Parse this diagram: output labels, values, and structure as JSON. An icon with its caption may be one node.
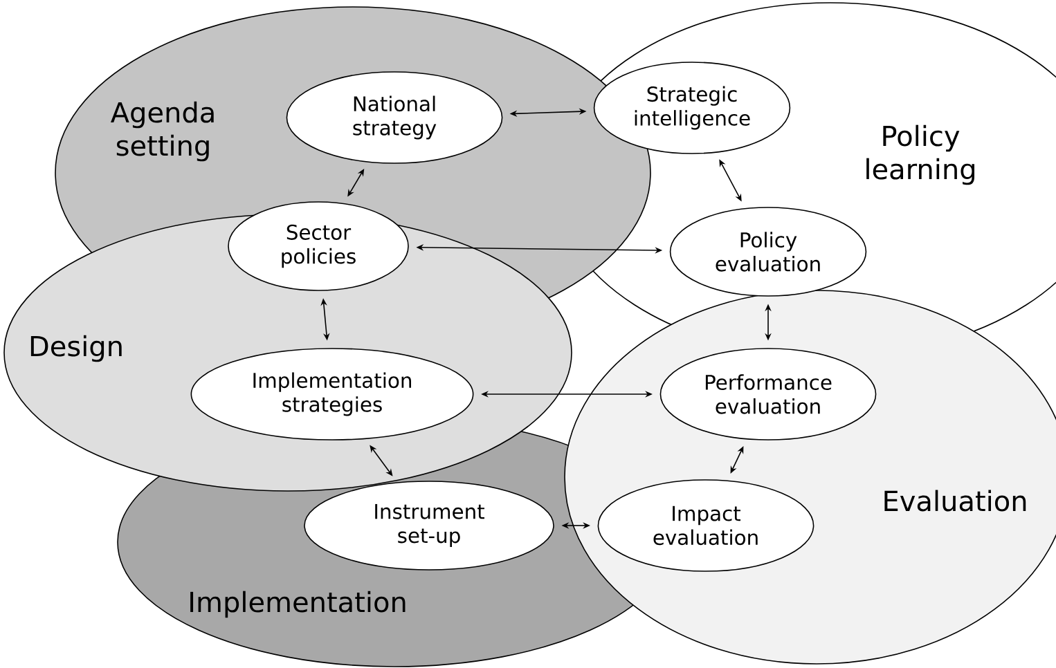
{
  "diagram": {
    "nodes": [
      {
        "text": [
          "Agenda setting"
        ]
      },
      {
        "text": [
          "National strategy"
        ],
        "in": 0
      },
      {
        "text": [
          "Policy learning"
        ]
      },
      {
        "text": [
          "Strategic intelligence"
        ],
        "in": 2
      },
      {
        "text": [
          "Design"
        ]
      },
      {
        "text": [
          "Sector policies"
        ],
        "in": 0
      },
      {
        "text": [
          "Policy evaluation"
        ],
        "in": 2
      },
      {
        "text": [
          "Evaluation"
        ]
      },
      {
        "text": [
          "Implementation strategies"
        ],
        "in": 4
      },
      {
        "text": [
          "Performance evaluation"
        ],
        "in": 7
      },
      {
        "text": [
          "Implementation"
        ]
      },
      {
        "text": [
          "Instrument set-up"
        ],
        "in": 10
      },
      {
        "text": [
          "Impact evaluation"
        ],
        "in": 7
      }
    ],
    "edges": [
      {
        "from": 1,
        "to": 3,
        "arrow": "both"
      },
      {
        "from": 1,
        "to": 5,
        "arrow": "both"
      },
      {
        "from": 3,
        "to": 6,
        "arrow": "both"
      },
      {
        "from": 5,
        "to": 6,
        "arrow": "both"
      },
      {
        "from": 5,
        "to": 8,
        "arrow": "both"
      },
      {
        "from": 6,
        "to": 9,
        "arrow": "both"
      },
      {
        "from": 8,
        "to": 9,
        "arrow": "both"
      },
      {
        "from": 8,
        "to": 11,
        "arrow": "both"
      },
      {
        "from": 9,
        "to": 12,
        "arrow": "both"
      },
      {
        "from": 11,
        "to": 12,
        "arrow": "both"
      }
    ]
  }
}
